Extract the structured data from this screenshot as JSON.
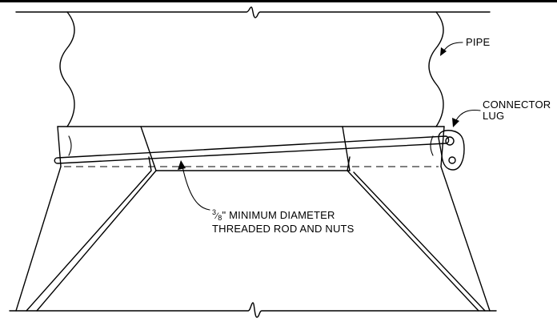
{
  "labels": {
    "pipe": "PIPE",
    "connector_line1": "CONNECTOR",
    "connector_line2": "LUG",
    "rod_fraction_num": "3",
    "rod_fraction_den": "8",
    "rod_line1_suffix": "\" MINIMUM DIAMETER",
    "rod_line2": "THREADED ROD AND NUTS"
  },
  "colors": {
    "line": "#000000",
    "background": "#ffffff"
  }
}
